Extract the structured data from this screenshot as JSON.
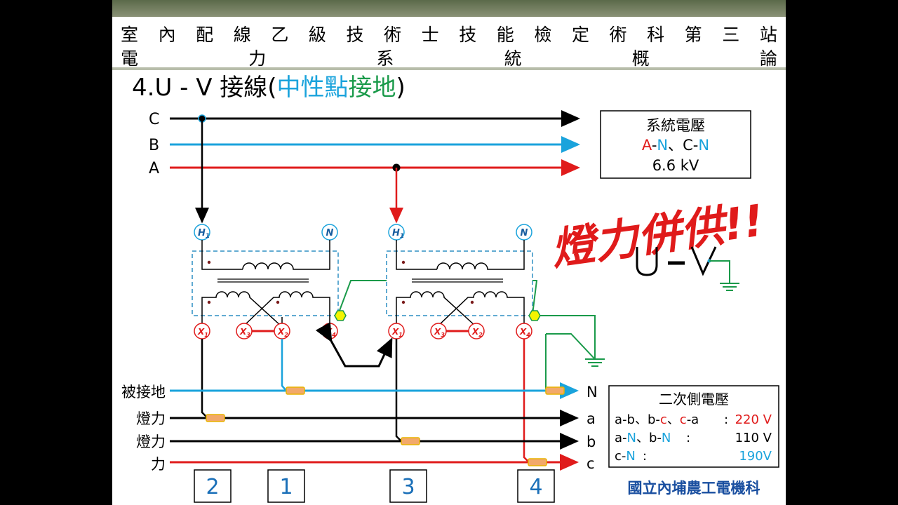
{
  "header": {
    "line1": [
      "室",
      "內",
      "配",
      "線",
      "乙",
      "級",
      "技",
      "術",
      "士",
      "技",
      "能",
      "檢",
      "定",
      "術",
      "科",
      "第",
      "三",
      "站"
    ],
    "line2": [
      "電",
      "力",
      "系",
      "統",
      "概",
      "論"
    ]
  },
  "title": {
    "prefix": "4.U - V 接線(",
    "highlight1": "中性點",
    "highlight2": "接地",
    "suffix": ")"
  },
  "primary_lines": [
    {
      "label": "C",
      "color": "#000000"
    },
    {
      "label": "B",
      "color": "#1aa3dc"
    },
    {
      "label": "A",
      "color": "#e01b1b"
    }
  ],
  "system_box": {
    "title": "系統電壓",
    "a": "A",
    "dash1": "-",
    "n1": "N",
    "sep": "、",
    "c": "C",
    "dash2": "-",
    "n2": "N",
    "voltage": "6.6 kV"
  },
  "slogan": "燈力併供!!",
  "terminals": {
    "h1_base": "H",
    "h1_sub": "1",
    "n": "N",
    "x_base": "X",
    "x1_sub": "1",
    "x2_sub": "2",
    "x3_sub": "3",
    "x4_sub": "4"
  },
  "secondary_lines": [
    {
      "left": "被接地",
      "right": "N",
      "color": "#1aa3dc"
    },
    {
      "left": "燈力",
      "right": "a",
      "color": "#000000"
    },
    {
      "left": "燈力",
      "right": "b",
      "color": "#000000"
    },
    {
      "left": "力",
      "right": "c",
      "color": "#e01b1b"
    }
  ],
  "secondary_box": {
    "title": "二次側電壓",
    "row1": {
      "a": "a-b、b-",
      "c1": "c",
      "m": "、",
      "c2": "c",
      "e": "-a",
      "colon": ":",
      "v": "220 V"
    },
    "row2": {
      "a": "a-",
      "n1": "N",
      "m": "、b-",
      "n2": "N",
      "colon": ":",
      "v": "110 V"
    },
    "row3": {
      "a": "c-",
      "n": "N",
      "colon": ":",
      "v": "190V"
    }
  },
  "numbered_boxes": [
    "2",
    "1",
    "3",
    "4"
  ],
  "footer": "國立內埔農工電機科",
  "colors": {
    "red": "#e01b1b",
    "blue": "#1aa3dc",
    "green": "#1a9a4a",
    "black": "#000000"
  }
}
